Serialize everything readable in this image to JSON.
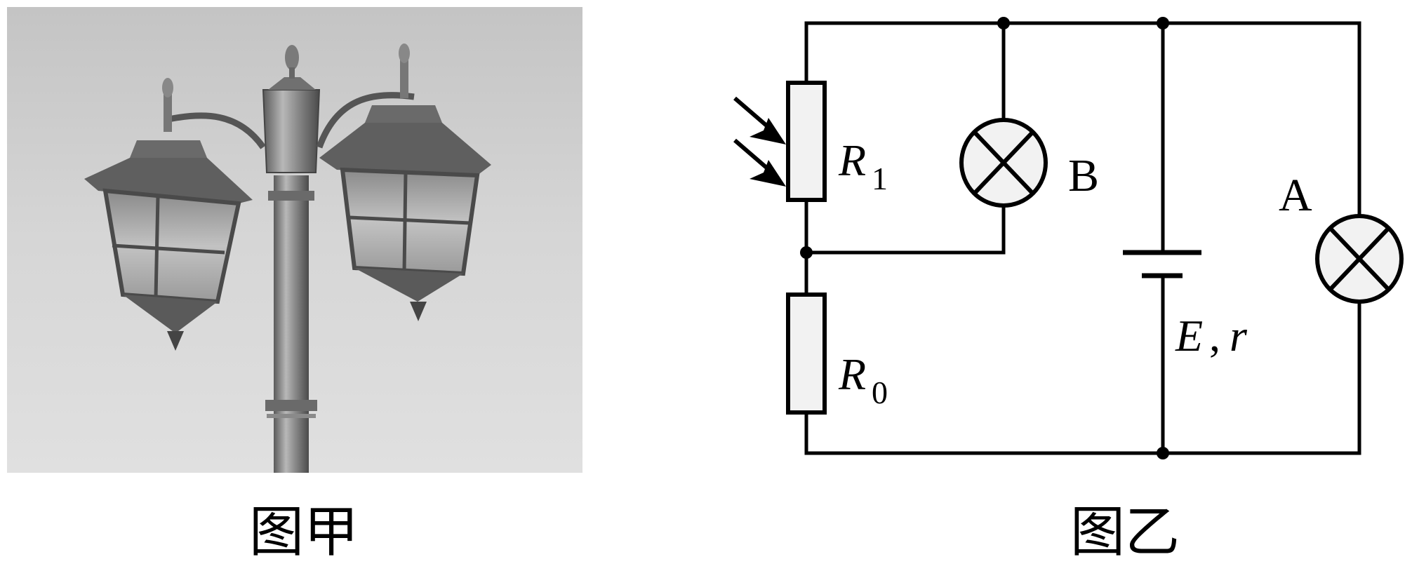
{
  "figure_a": {
    "caption": "图甲",
    "image_description": "grayscale photo of a street lamp post with two hanging lanterns"
  },
  "figure_b": {
    "caption": "图乙",
    "components": {
      "photoresistor_label": "R",
      "photoresistor_sub": "1",
      "resistor_label": "R",
      "resistor_sub": "0",
      "lamp_b_label": "B",
      "lamp_a_label": "A",
      "battery_label_e": "E",
      "battery_label_sep": ",",
      "battery_label_r": "r"
    }
  },
  "colors": {
    "line": "#000000",
    "component_fill": "#f2f2f2",
    "sky_top": "#c8c8c8",
    "sky_bottom": "#e2e2e2"
  }
}
